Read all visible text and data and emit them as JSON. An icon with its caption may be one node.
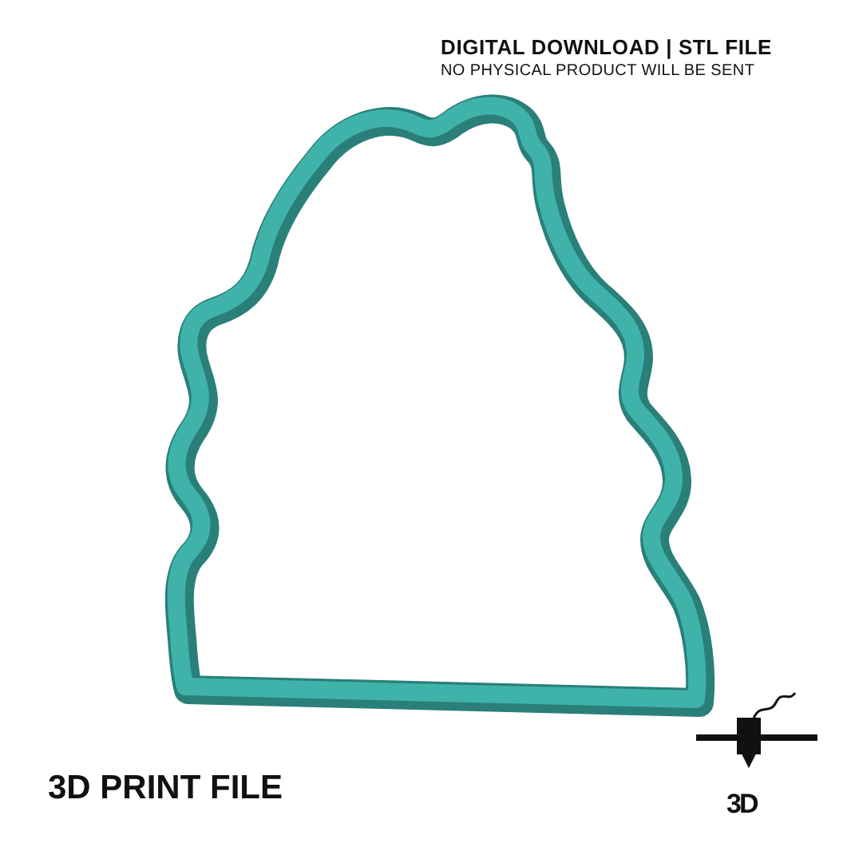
{
  "diagram": {
    "labels": [
      "DIGITAL DOWNLOAD | STL FILE",
      "NO PHYSICAL PRODUCT WILL BE SENT",
      "3D PRINT FILE",
      "3D"
    ]
  }
}
